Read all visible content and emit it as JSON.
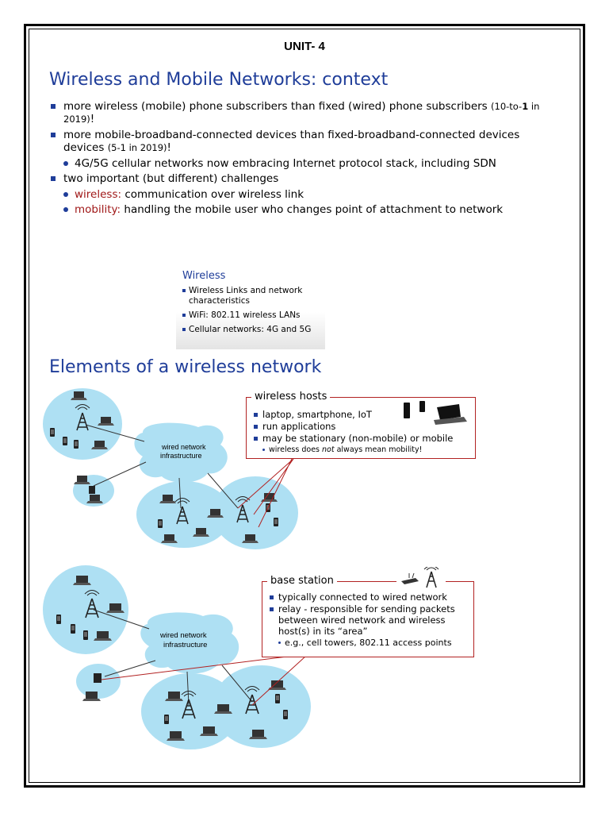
{
  "unit_title": "UNIT- 4",
  "heading1": "Wireless and Mobile Networks: context",
  "bullets": {
    "b1_text": "more wireless (mobile) phone subscribers than fixed (wired) phone subscribers",
    "b1_small": "(10-to-",
    "b1_bold": "1",
    "b1_small2": " in 2019)",
    "b1_end": "!",
    "b2_text": "more mobile-broadband-connected devices than fixed-broadband-connected devices devices",
    "b2_small": "(5-1 in 2019)",
    "b2_end": "!",
    "b2_sub": "4G/5G cellular networks now embracing Internet protocol stack, including SDN",
    "b3_text": "two important (but different) challenges",
    "b3_sub1_key": "wireless:",
    "b3_sub1_text": " communication over wireless link",
    "b3_sub2_key": "mobility:",
    "b3_sub2_text": " handling the mobile user who changes point of attachment to network"
  },
  "wireless_box": {
    "title": "Wireless",
    "items": [
      "Wireless Links and network characteristics",
      "WiFi: 802.11 wireless LANs",
      "Cellular networks: 4G and 5G"
    ]
  },
  "heading2": "Elements of a wireless network",
  "diagram1": {
    "cloud_label_1": "wired network",
    "cloud_label_2": "infrastructure",
    "callout_title": "wireless hosts",
    "callout_items": [
      "laptop, smartphone, IoT",
      "run applications",
      "may be stationary (non-mobile) or mobile"
    ],
    "callout_sub_pre": "wireless does ",
    "callout_sub_em": "not",
    "callout_sub_post": " always mean mobility!"
  },
  "diagram2": {
    "cloud_label_1": "wired network",
    "cloud_label_2": "infrastructure",
    "callout_title": "base station",
    "callout_items": [
      "typically connected to wired network",
      "relay - responsible for sending packets between wired network and wireless host(s) in its “area”"
    ],
    "callout_sub": "e.g., cell towers,  802.11 access points"
  },
  "colors": {
    "heading_blue": "#1f3d99",
    "accent_red": "#a01818",
    "cell_fill": "#aee0f3",
    "callout_border": "#b22222"
  }
}
